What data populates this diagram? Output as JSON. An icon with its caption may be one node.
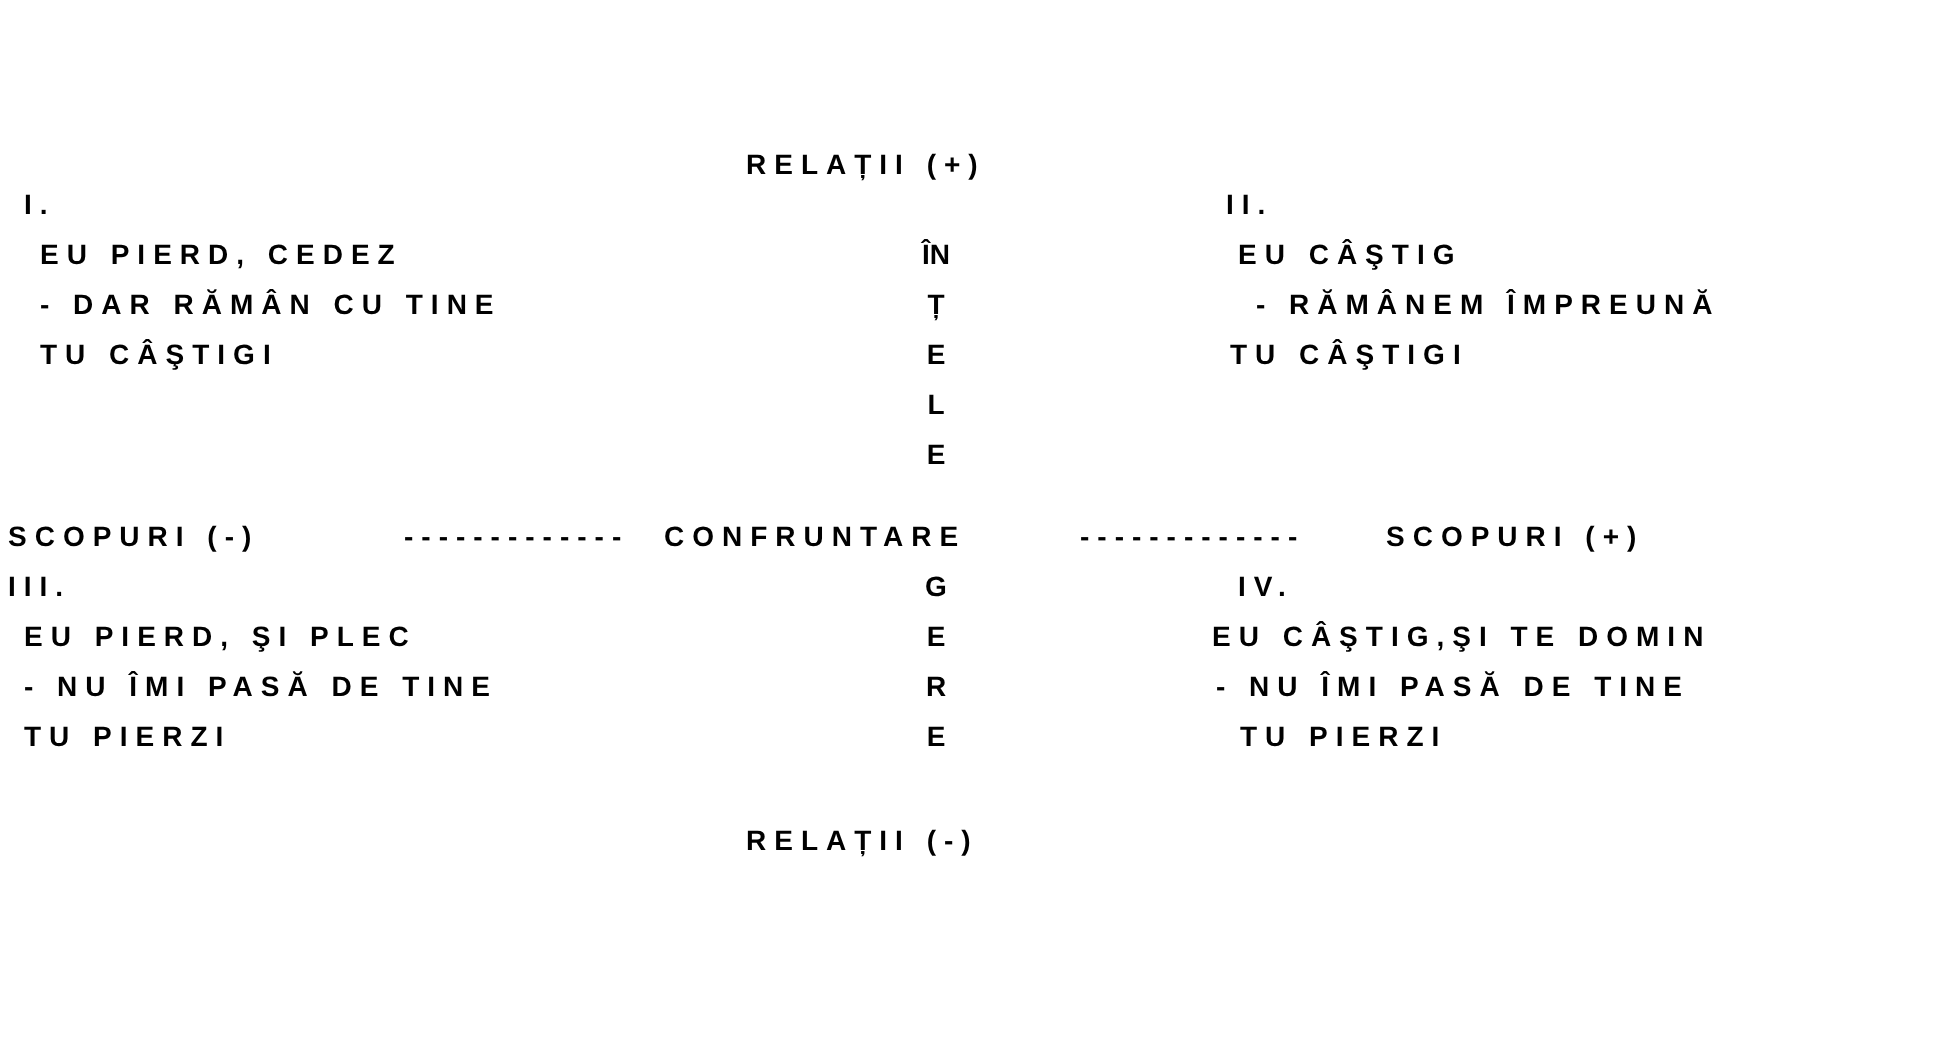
{
  "diagram": {
    "labels": [
      "RELAȚII (+)",
      "I.",
      "EU PIERD, CEDEZ",
      "- DAR RĂMÂN CU TINE",
      "TU CÂŞTIGI",
      "II.",
      "EU CÂŞTIG",
      "- RĂMÂNEM ÎMPREUNĂ",
      "TU CÂŞTIGI",
      "ÎNȚELE",
      "SCOPURI (-)",
      "-------------",
      "CONFRUNTARE",
      "-------------",
      "SCOPURI (+)",
      "GERE",
      "III.",
      "EU PIERD, ŞI PLEC",
      "- NU ÎMI PASĂ DE TINE",
      "TU PIERZI",
      "IV.",
      "EU CÂŞTIG,ŞI TE DOMIN",
      "- NU ÎMI PASĂ DE TINE",
      "TU PIERZI",
      "RELAȚII (-)"
    ]
  }
}
